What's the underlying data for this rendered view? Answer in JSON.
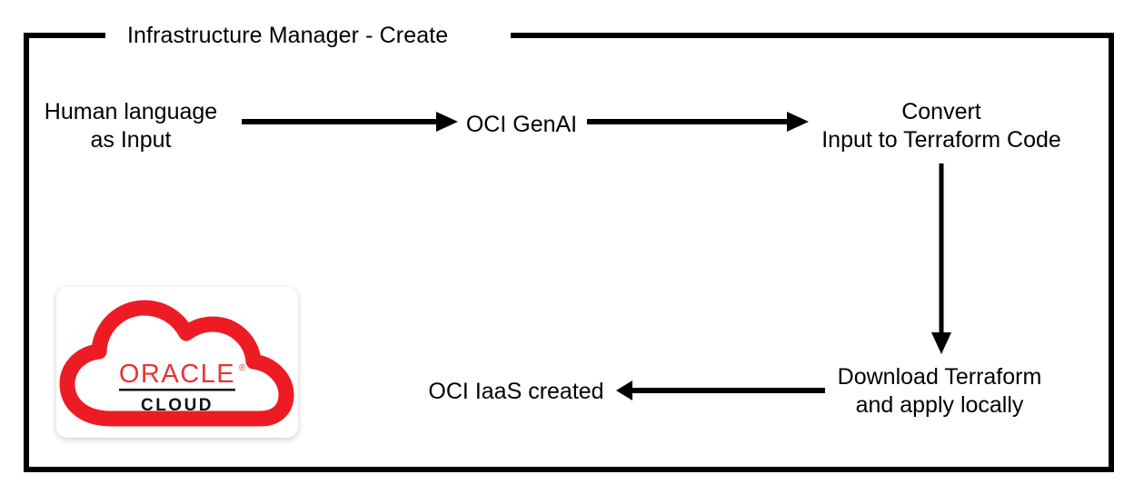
{
  "diagram": {
    "title": "Infrastructure Manager - Create",
    "frame_color": "#000000",
    "background_color": "#ffffff"
  },
  "nodes": [
    {
      "id": "human-input",
      "label": "Human language\nas Input"
    },
    {
      "id": "oci-genai",
      "label": "OCI GenAI"
    },
    {
      "id": "convert-terraform",
      "label": "Convert\nInput to Terraform Code"
    },
    {
      "id": "download-apply",
      "label": "Download Terraform\nand apply locally"
    },
    {
      "id": "oci-iaas-created",
      "label": "OCI IaaS created"
    }
  ],
  "arrows": [
    {
      "id": "input-to-genai",
      "from": "human-input",
      "to": "oci-genai",
      "direction": "right"
    },
    {
      "id": "genai-to-convert",
      "from": "oci-genai",
      "to": "convert-terraform",
      "direction": "right"
    },
    {
      "id": "convert-to-download",
      "from": "convert-terraform",
      "to": "download-apply",
      "direction": "down"
    },
    {
      "id": "download-to-iaas",
      "from": "download-apply",
      "to": "oci-iaas-created",
      "direction": "left"
    }
  ],
  "logo": {
    "name": "oracle-cloud-logo",
    "wordmark": "ORACLE",
    "trademark": "®",
    "subtitle": "CLOUD",
    "cloud_color": "#ED1C24",
    "wordmark_color": "#EA3331",
    "subtitle_color": "#111111",
    "card_color": "#ffffff"
  }
}
